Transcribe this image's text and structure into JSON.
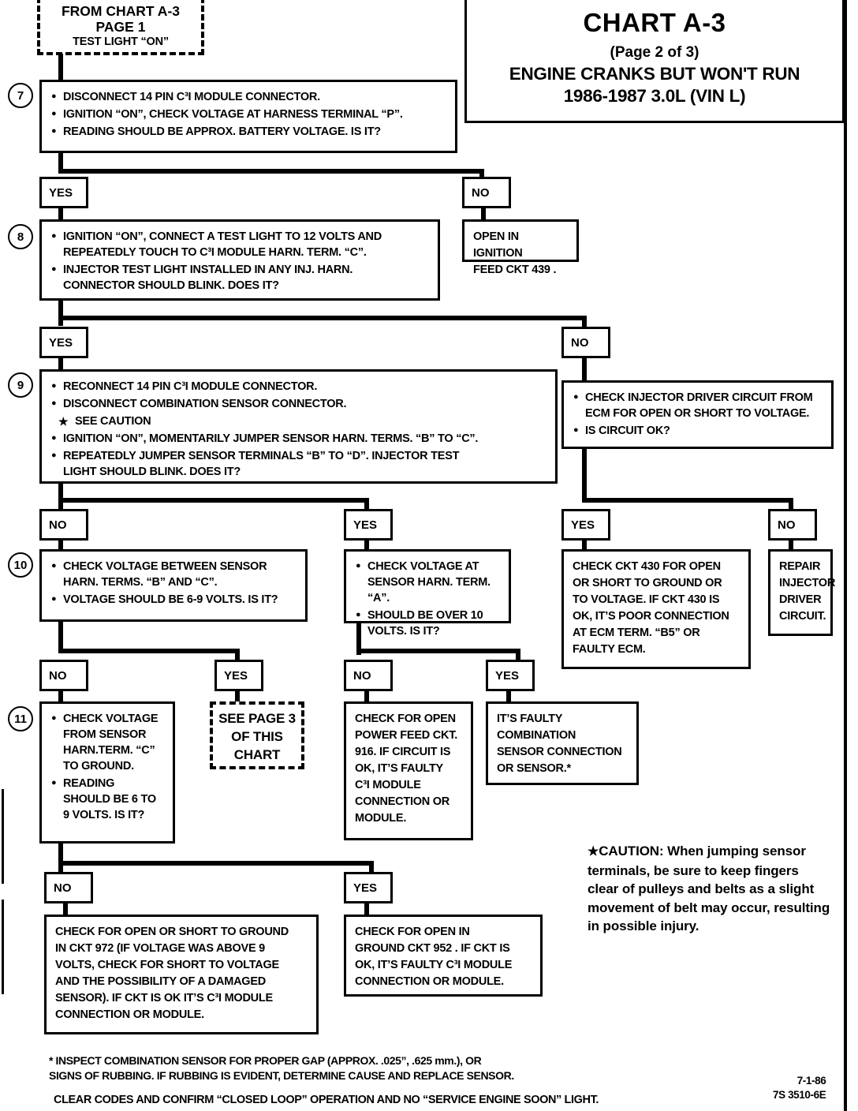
{
  "title": {
    "main": "CHART A-3",
    "page": "(Page 2 of 3)",
    "sub1": "ENGINE CRANKS BUT WON'T RUN",
    "sub2": "1986-1987  3.0L  (VIN L)"
  },
  "entry": {
    "line1": "FROM CHART A-3",
    "line2": "PAGE 1",
    "line3": "TEST LIGHT “ON”"
  },
  "steps": {
    "s7": "7",
    "s8": "8",
    "s9": "9",
    "s10": "10",
    "s11": "11"
  },
  "labels": {
    "yes": "YES",
    "no": "NO"
  },
  "boxes": {
    "step7": {
      "b1": "DISCONNECT 14 PIN C³I MODULE CONNECTOR.",
      "b2": "IGNITION “ON”, CHECK VOLTAGE AT HARNESS TERMINAL  “P”.",
      "b3": "READING SHOULD BE APPROX. BATTERY VOLTAGE.  IS IT?"
    },
    "step7_no": "OPEN IN IGNITION\nFEED CKT 439 .",
    "step8": {
      "b1": "IGNITION “ON”, CONNECT A TEST LIGHT TO 12 VOLTS AND\nREPEATEDLY TOUCH TO C³I MODULE  HARN. TERM.  “C”.",
      "b2": "INJECTOR TEST LIGHT INSTALLED IN ANY INJ. HARN.\nCONNECTOR  SHOULD BLINK.  DOES IT?"
    },
    "step8_no": {
      "b1": "CHECK INJECTOR DRIVER CIRCUIT  FROM\nECM FOR OPEN OR SHORT TO VOLTAGE.",
      "b2": "IS CIRCUIT OK?"
    },
    "step9": {
      "b1": "RECONNECT 14 PIN C³I  MODULE CONNECTOR.",
      "b2": "DISCONNECT COMBINATION SENSOR CONNECTOR.",
      "b3": "SEE CAUTION",
      "b4": "IGNITION “ON”, MOMENTARILY JUMPER SENSOR HARN. TERMS. “B” TO “C”.",
      "b5": "REPEATEDLY JUMPER SENSOR TERMINALS “B” TO “D”.   INJECTOR TEST\nLIGHT SHOULD BLINK.  DOES IT?"
    },
    "step10": {
      "b1": "CHECK VOLTAGE BETWEEN SENSOR\nHARN. TERMS. “B” AND “C”.",
      "b2": "VOLTAGE SHOULD BE 6-9 VOLTS.  IS IT?"
    },
    "step10_yes": {
      "b1": "CHECK VOLTAGE AT\nSENSOR HARN. TERM. “A”.",
      "b2": "SHOULD BE OVER 10\nVOLTS.  IS IT?"
    },
    "ckt430": "CHECK CKT 430 FOR OPEN\nOR SHORT TO GROUND OR\nTO VOLTAGE.  IF CKT 430 IS\nOK, IT’S POOR CONNECTION\nAT ECM TERM. “B5” OR\nFAULTY ECM.",
    "repair_injector": "REPAIR\nINJECTOR\nDRIVER\nCIRCUIT.",
    "step11": {
      "b1": "CHECK VOLTAGE\nFROM SENSOR\nHARN.TERM. “C”\nTO GROUND.",
      "b2": "READING\nSHOULD BE 6 TO\n9 VOLTS.  IS IT?"
    },
    "see_page3": "SEE PAGE\n3 OF THIS\nCHART",
    "open_power_feed": "CHECK FOR OPEN\nPOWER FEED CKT.\n916.  IF CIRCUIT IS\nOK, IT’S FAULTY\nC³I MODULE\nCONNECTION OR\nMODULE.",
    "faulty_combination": "IT’S FAULTY\nCOMBINATION\nSENSOR CONNECTION\nOR SENSOR.*",
    "ckt972": "CHECK FOR OPEN OR SHORT TO GROUND\nIN CKT 972 (IF VOLTAGE WAS ABOVE 9\nVOLTS, CHECK FOR SHORT TO VOLTAGE\nAND THE POSSIBILITY OF A DAMAGED\nSENSOR).   IF CKT IS OK IT’S  C³I MODULE\nCONNECTION OR MODULE.",
    "ckt952": "CHECK FOR OPEN IN\nGROUND CKT 952 . IF CKT IS\nOK, IT’S FAULTY C³I MODULE\nCONNECTION OR MODULE."
  },
  "caution": {
    "symbol": "★",
    "text": "CAUTION:  When jumping sensor terminals, be sure to keep fingers clear of pulleys and belts as a slight movement of belt may occur, resulting in possible injury."
  },
  "footer": {
    "star_note": "*   INSPECT COMBINATION SENSOR FOR PROPER GAP (APPROX. .025”, .625 mm.), OR\nSIGNS OF RUBBING.  IF RUBBING IS EVIDENT, DETERMINE CAUSE AND REPLACE SENSOR.",
    "clear_codes": "CLEAR CODES AND CONFIRM “CLOSED LOOP”  OPERATION AND NO “SERVICE ENGINE SOON” LIGHT.",
    "doc_id": "7-1-86\n7S 3510-6E"
  }
}
